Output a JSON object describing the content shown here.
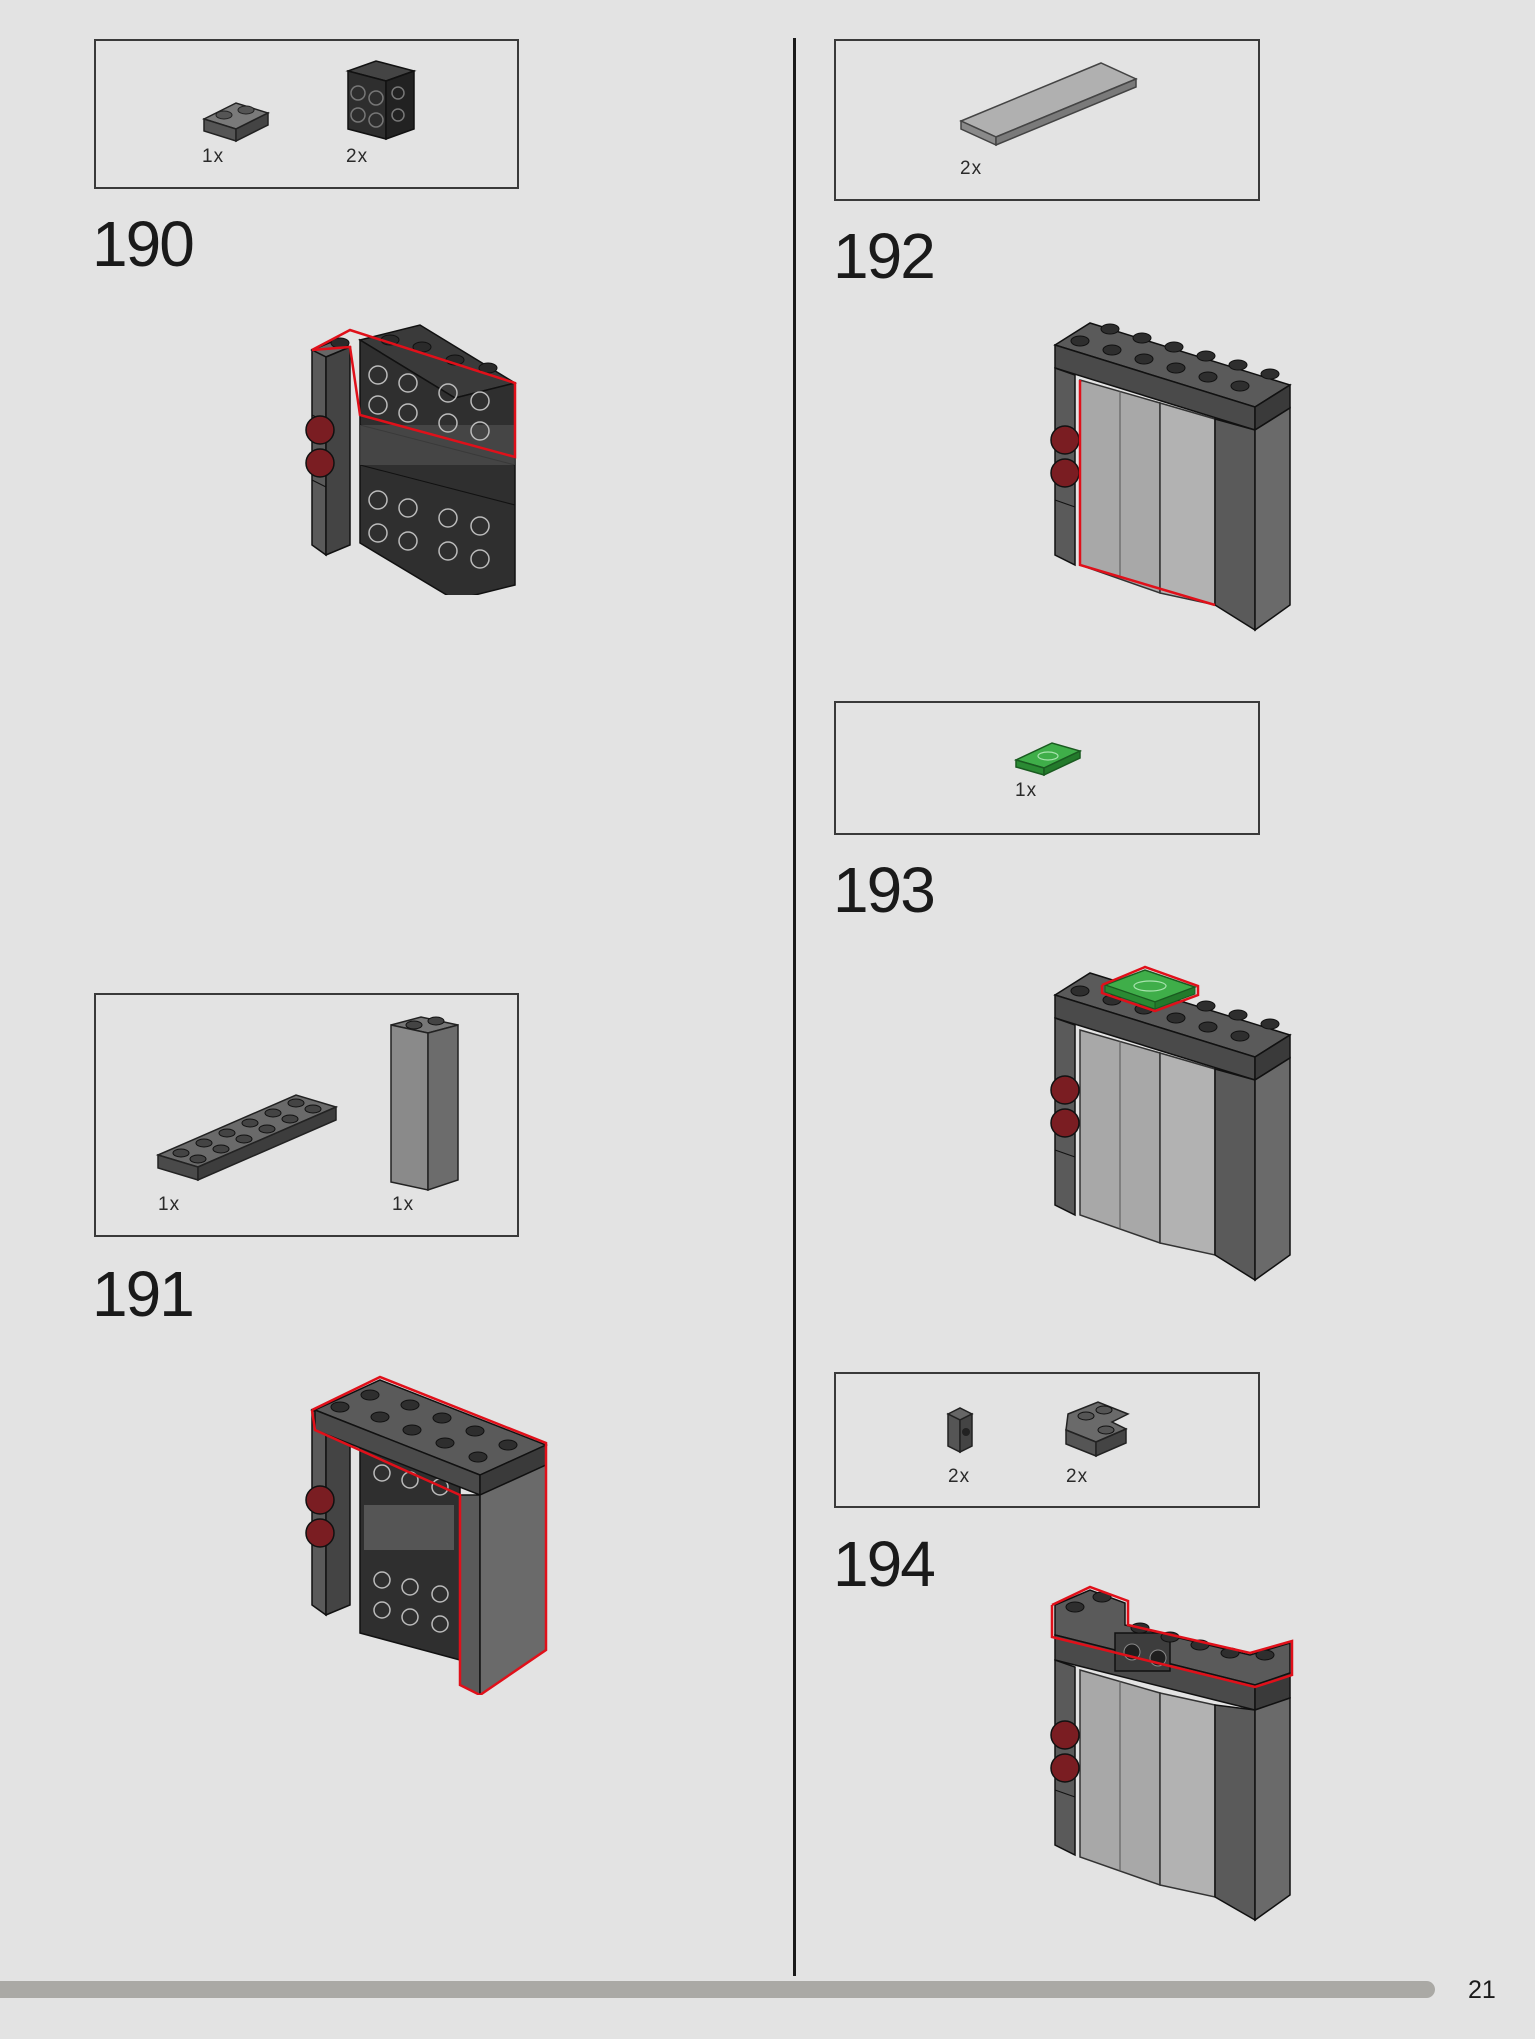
{
  "steps": [
    {
      "number": "190",
      "parts": [
        {
          "qty": "1x",
          "name": "plate-1x2-dark-gray"
        },
        {
          "qty": "2x",
          "name": "brick-studs-on-side-black"
        }
      ]
    },
    {
      "number": "191",
      "parts": [
        {
          "qty": "1x",
          "name": "plate-2x6-dark-gray"
        },
        {
          "qty": "1x",
          "name": "brick-1x2x5-dark-gray"
        }
      ]
    },
    {
      "number": "192",
      "parts": [
        {
          "qty": "2x",
          "name": "tile-2x6-light-gray"
        }
      ]
    },
    {
      "number": "193",
      "parts": [
        {
          "qty": "1x",
          "name": "printed-tile-1x2-green"
        }
      ]
    },
    {
      "number": "194",
      "parts": [
        {
          "qty": "2x",
          "name": "bracket-1x1-dark-gray"
        },
        {
          "qty": "2x",
          "name": "plate-2x2-corner-dark-gray"
        }
      ]
    }
  ],
  "page_number": "21",
  "colors": {
    "background": "#e3e3e3",
    "dark_gray": "#5c5c5c",
    "black_brick": "#2e2e2e",
    "light_gray": "#a8a8a8",
    "dark_red": "#7a1d22",
    "highlight_red": "#e0101a",
    "green": "#3fae49"
  }
}
